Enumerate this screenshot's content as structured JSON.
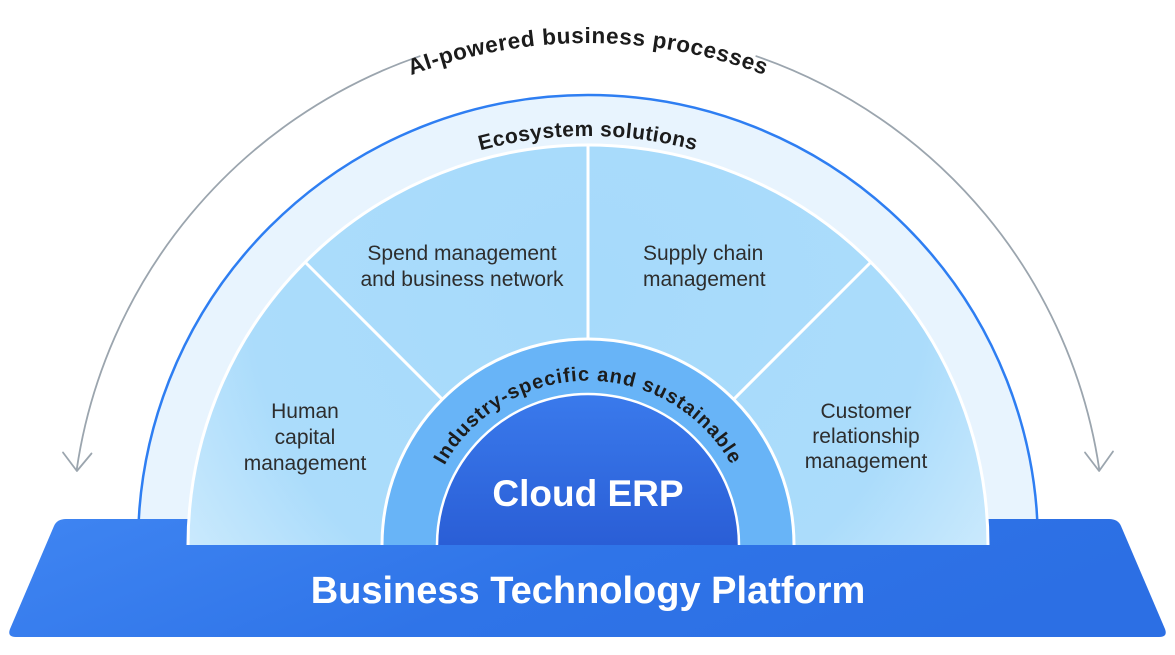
{
  "diagram": {
    "outer_arc_label": "AI-powered business processes",
    "ecosystem_label": "Ecosystem solutions",
    "industry_label": "Industry-specific and sustainable",
    "cloud_erp_label": "Cloud ERP",
    "platform_label": "Business Technology Platform",
    "segments": [
      {
        "id": "human-capital-management",
        "lines": [
          "Human",
          "capital",
          "management"
        ]
      },
      {
        "id": "spend-management",
        "lines": [
          "Spend management",
          "and business network"
        ]
      },
      {
        "id": "supply-chain-management",
        "lines": [
          "Supply chain",
          "management"
        ]
      },
      {
        "id": "customer-relationship-management",
        "lines": [
          "Customer",
          "relationship",
          "management"
        ]
      }
    ],
    "icons": {
      "left_arrow": "curved-arrow-down",
      "right_arrow": "curved-arrow-down"
    },
    "colors": {
      "ecosystem_fill": "#e8f4fe",
      "ecosystem_stroke": "#2e7ef2",
      "segments_fill": "#a8dbfc",
      "segments_fill_edge": "#c9e9fd",
      "industry_fill": "#68b4f7",
      "cloud_top": "#3a7aec",
      "cloud_bottom": "#2a5ed6",
      "platform_left": "#3f85f2",
      "platform_right": "#2c6fe4",
      "arrow_gray": "#9ba5ae",
      "dark_text": "#1c1c1c",
      "segment_text": "#2d2d2d",
      "white_text": "#ffffff"
    }
  }
}
